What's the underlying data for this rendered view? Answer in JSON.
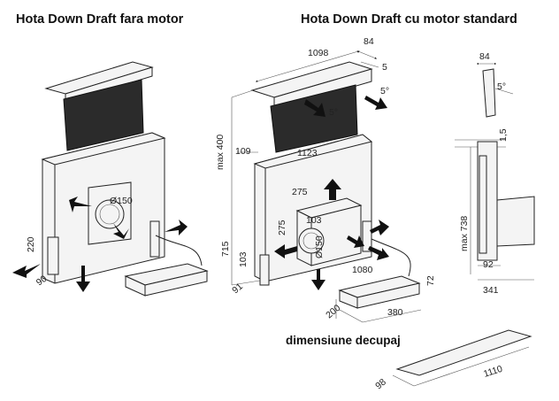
{
  "titles": {
    "left": "Hota Down Draft fara motor",
    "right": "Hota Down Draft cu motor standard",
    "cutout": "dimensiune decupaj"
  },
  "dimensions": {
    "left": {
      "diameter": "Ø150",
      "height": "220",
      "depth": "90"
    },
    "center": {
      "width_top": "1098",
      "depth_top": "84",
      "offset": "5",
      "tilt_right": "5°",
      "tilt_center": "5°",
      "max_height": "max 400",
      "height_small": "109",
      "width_body": "1123",
      "motor_top": "275",
      "motor_side": "275",
      "motor_inner": "103",
      "motor_diameter": "Ø150",
      "height_low": "715",
      "height_103": "103",
      "width_bottom": "1080",
      "box_height": "72",
      "depth_91": "91",
      "box_200": "200",
      "box_380": "380"
    },
    "side": {
      "top": "84",
      "tilt": "5°",
      "gap": "1,5",
      "max_height": "max 738",
      "bottom": "92",
      "total": "341"
    },
    "cutout": {
      "length": "1110",
      "width": "98"
    }
  }
}
